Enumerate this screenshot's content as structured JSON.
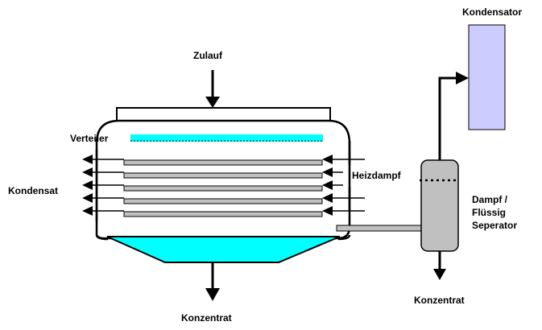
{
  "diagram": {
    "type": "falling-film plate evaporator process diagram",
    "labels": {
      "feed": "Zulauf",
      "distributor": "Verteiler",
      "condensate": "Kondensat",
      "heating_steam": "Heizdampf",
      "concentrate_main": "Konzentrat",
      "condenser": "Kondensator",
      "separator": "Dampf /\nFlüssig\nSeperator",
      "separator_line1": "Dampf /",
      "separator_line2": "Flüssig",
      "separator_line3": "Seperator",
      "concentrate_separator": "Konzentrat"
    },
    "heating_plates_count": 5,
    "colors": {
      "liquid": "#00ffff",
      "plate": "#c0c0c0",
      "separator": "#c0c0c0",
      "condenser": "#ccccff",
      "outline": "#000000"
    }
  }
}
